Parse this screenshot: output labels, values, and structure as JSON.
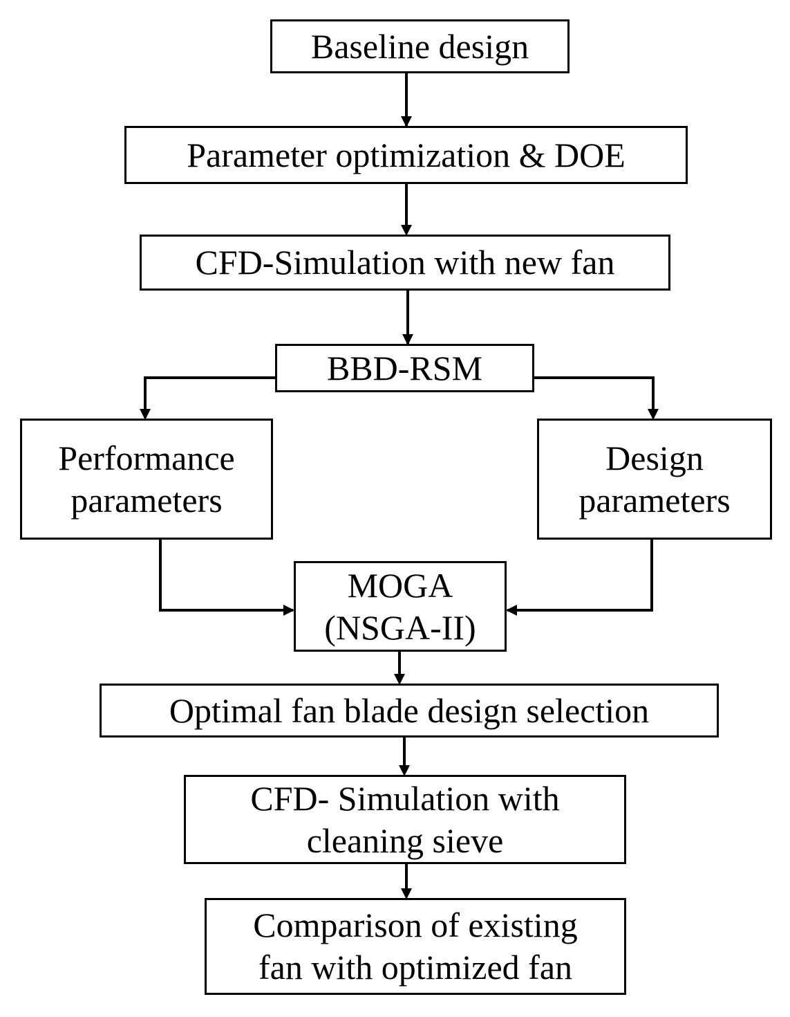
{
  "flowchart": {
    "baseline": "Baseline design",
    "parameter_optimization": "Parameter optimization & DOE",
    "cfd_new_fan": "CFD-Simulation with new fan",
    "bbd_rsm": "BBD-RSM",
    "performance_parameters": {
      "line1": "Performance",
      "line2": "parameters"
    },
    "design_parameters": {
      "line1": "Design",
      "line2": "parameters"
    },
    "moga": {
      "line1": "MOGA",
      "line2": "(NSGA-II)"
    },
    "optimal_selection": "Optimal fan blade design selection",
    "cfd_sieve": {
      "line1": "CFD- Simulation with",
      "line2": "cleaning sieve"
    },
    "comparison": {
      "line1": "Comparison of existing",
      "line2": "fan with optimized fan"
    }
  }
}
